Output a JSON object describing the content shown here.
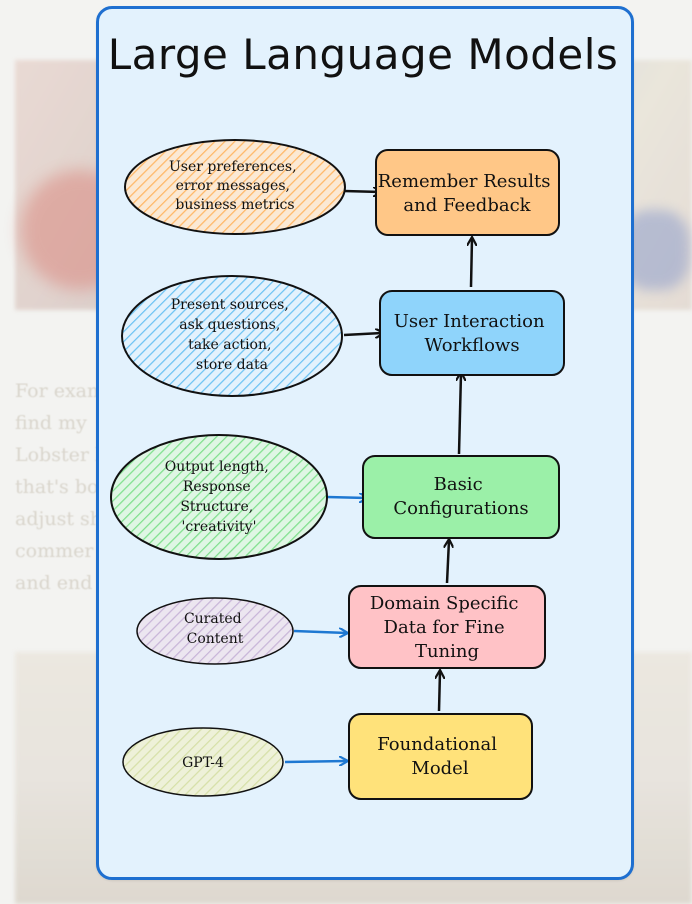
{
  "diagram": {
    "title": "Large Language Models",
    "nodes": [
      {
        "id": "remember",
        "lines": [
          "Remember Results",
          "and Feedback"
        ],
        "color": "#ffc787"
      },
      {
        "id": "interaction",
        "lines": [
          "User Interaction",
          "Workflows"
        ],
        "color": "#8fd4fb"
      },
      {
        "id": "config",
        "lines": [
          "Basic",
          "Configurations"
        ],
        "color": "#9bf0a8"
      },
      {
        "id": "domain",
        "lines": [
          "Domain Specific",
          "Data for Fine",
          "Tuning"
        ],
        "color": "#ffc2c6"
      },
      {
        "id": "foundation",
        "lines": [
          "Foundational",
          "Model"
        ],
        "color": "#ffe27a"
      }
    ],
    "inputs": [
      {
        "id": "feedback-input",
        "lines": [
          "User preferences,",
          "error messages,",
          "business metrics"
        ],
        "color": "#ffc787",
        "target": "remember"
      },
      {
        "id": "workflow-input",
        "lines": [
          "Present sources,",
          "ask questions,",
          "take action,",
          "store data"
        ],
        "color": "#8fd4fb",
        "target": "interaction"
      },
      {
        "id": "config-input",
        "lines": [
          "Output length,",
          "Response",
          "Structure,",
          "'creativity'"
        ],
        "color": "#9bf0a8",
        "target": "config"
      },
      {
        "id": "content-input",
        "lines": [
          "Curated",
          "Content"
        ],
        "color": "#d9c8e6",
        "target": "domain"
      },
      {
        "id": "gpt-input",
        "lines": [
          "GPT-4"
        ],
        "color": "#e6edc4",
        "target": "foundation"
      }
    ],
    "edges": [
      {
        "from": "foundation",
        "to": "domain"
      },
      {
        "from": "domain",
        "to": "config"
      },
      {
        "from": "config",
        "to": "interaction"
      },
      {
        "from": "interaction",
        "to": "remember"
      }
    ],
    "colors": {
      "card_bg": "#e3f2fd",
      "card_border": "#1e6fd0",
      "arrow_blue": "#1e78d2",
      "arrow_black": "#111111"
    }
  },
  "background": {
    "lines": [
      "For exam                                                                              y",
      "find my",
      "Lobster                                                                              but",
      "that's bo                                                                             n",
      "adjust sh                                                                             a car",
      "commer                                                                              ng",
      "and end"
    ]
  }
}
